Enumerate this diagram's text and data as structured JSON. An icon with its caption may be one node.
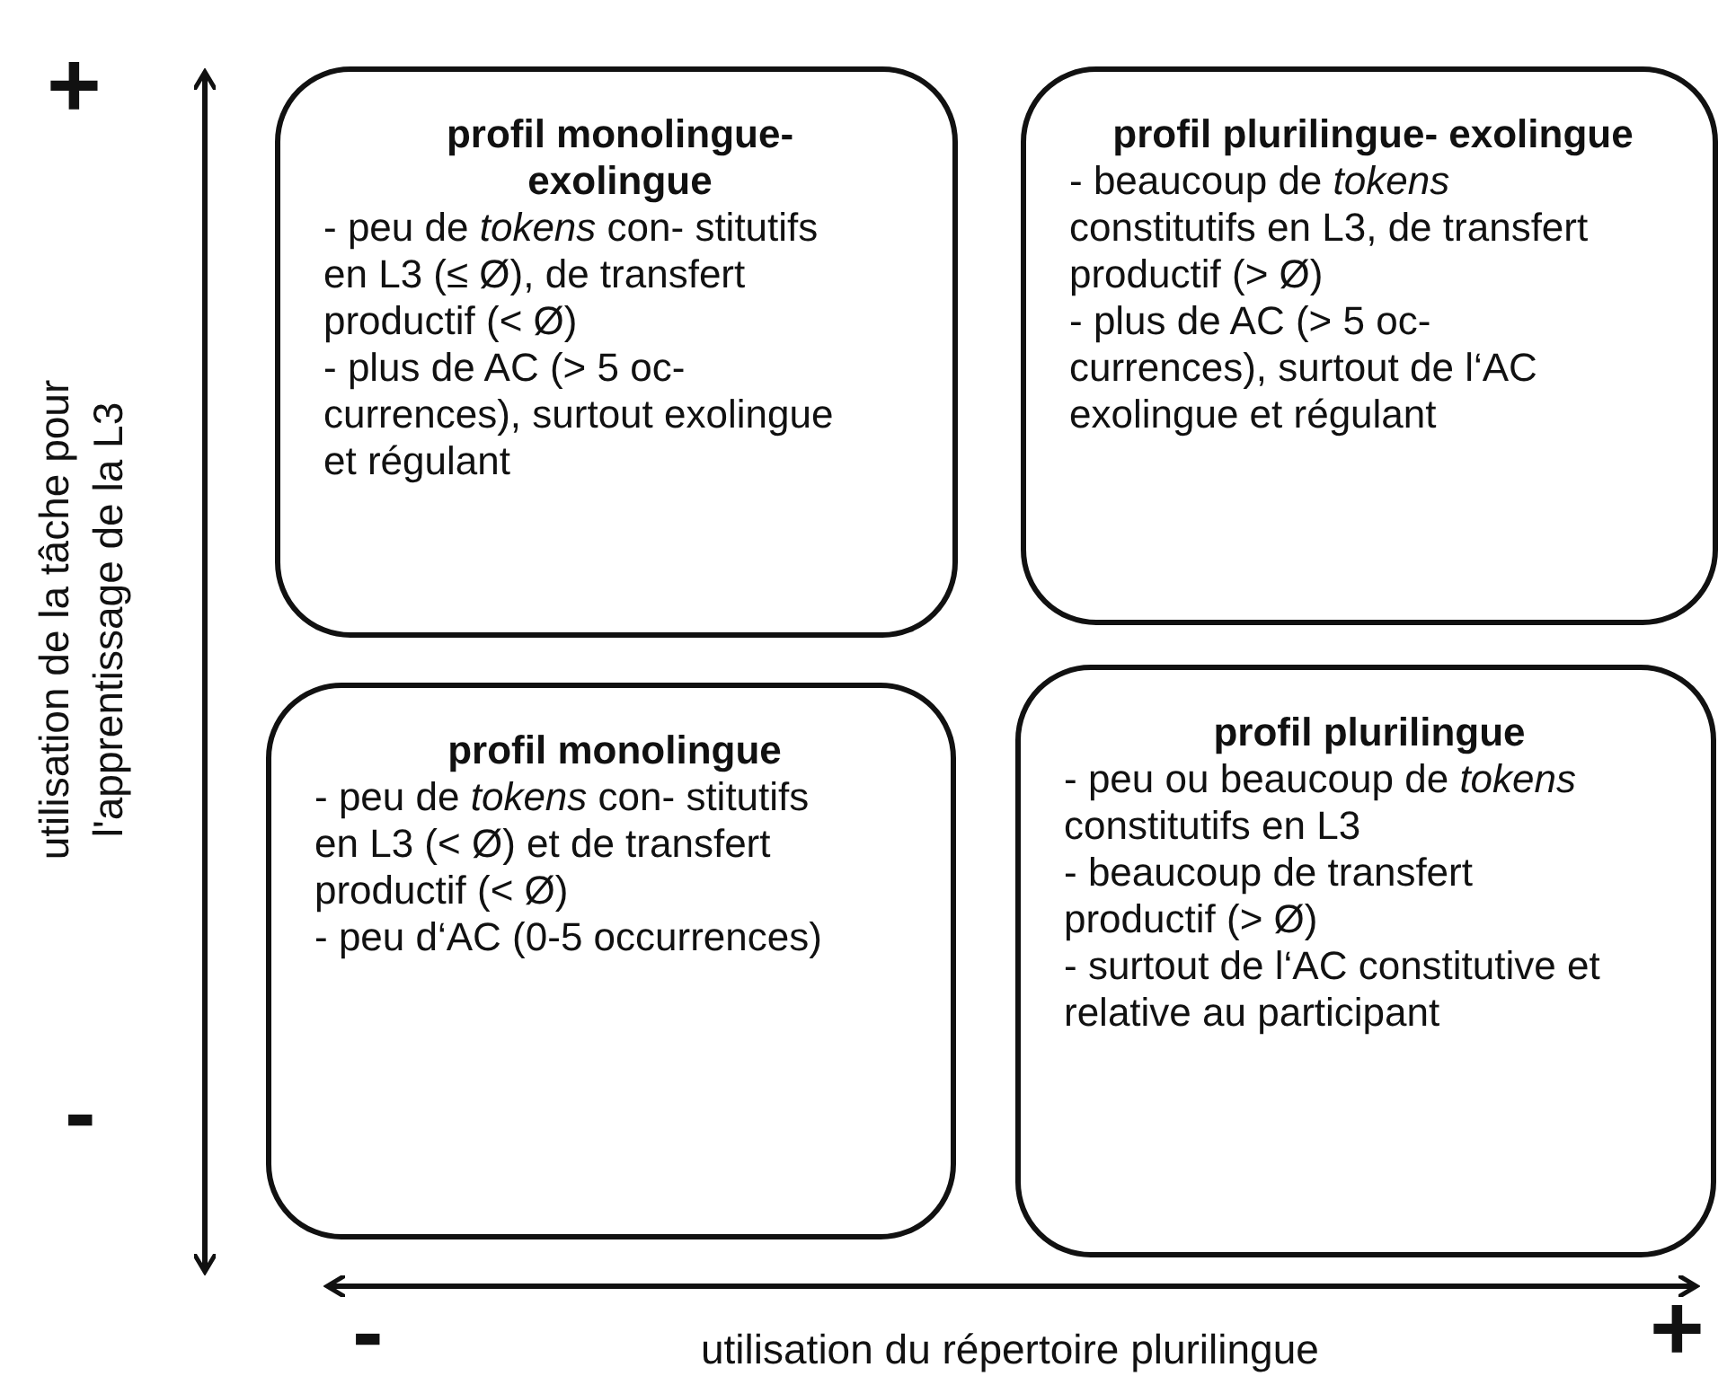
{
  "diagram": {
    "nodes": [
      {
        "text": [
          "profil monolingue- exolingue",
          "- peu de *tokens* con- stitutifs en L3 (≤ Ø), de transfert productif (< Ø)",
          "- plus de AC (> 5 oc- currences), surtout exolingue et  régulant"
        ]
      },
      {
        "text": [
          "profil plurilingue- exolingue",
          "- beaucoup de *tokens* constitutifs en L3, de transfert productif (> Ø)",
          "- plus de AC (> 5 oc- currences), surtout de l‘AC  exolingue et régulant"
        ]
      },
      {
        "text": [
          "profil monolingue",
          "- peu de *tokens* con- stitutifs en L3 (< Ø) et de transfert productif (< Ø)",
          "- peu d‘AC (0-5 occurrences)"
        ]
      },
      {
        "text": [
          "profil plurilingue",
          "- peu ou beaucoup de *tokens* constitutifs en L3",
          "- beaucoup de transfert productif (> Ø)",
          "- surtout de l‘AC constitutive et  relative au participant"
        ]
      }
    ],
    "labels": [
      "+",
      "utilisation de la tâche pour l'apprentissage de la L3",
      "-",
      "-",
      "utilisation du répertoire plurilingue",
      "+"
    ]
  }
}
